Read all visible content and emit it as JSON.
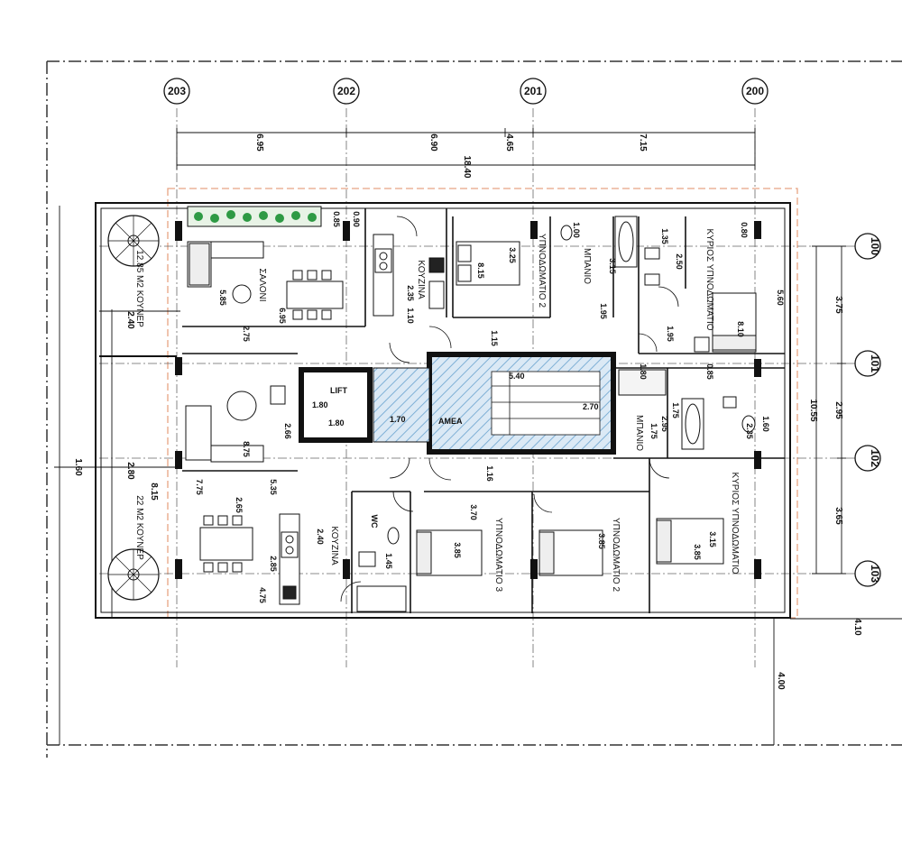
{
  "grid": {
    "columns": [
      "203",
      "202",
      "201",
      "200"
    ],
    "rows": [
      "100",
      "101",
      "102",
      "103"
    ]
  },
  "dimensions": {
    "top": {
      "d1": "6.95",
      "d2": "6.90",
      "d3": "4.65",
      "d4": "7.15",
      "total": "18.40"
    },
    "right": {
      "d1": "3.75",
      "d2": "2.95",
      "d3": "3.65",
      "total": "10.55",
      "edge": "4.10"
    },
    "left": {
      "d1": "1.60",
      "d2": "2.80",
      "d3": "8.15",
      "d4": "2.40"
    },
    "bottom": {
      "d1": "4.00"
    },
    "interior": {
      "a": "0.85",
      "b": "0.90",
      "c": "2.35",
      "d": "1.10",
      "e": "5.85",
      "f": "6.95",
      "g": "2.75",
      "h": "3.25",
      "i": "8.15",
      "j": "1.00",
      "k": "3.15",
      "l": "1.95",
      "m": "1.35",
      "n": "2.50",
      "o": "0.80",
      "p": "5.60",
      "q": "8.10",
      "r": "1.95",
      "s": "1.15",
      "t": "5.40",
      "u": "2.70",
      "v": "1.80",
      "w": "1.80",
      "x": "1.70",
      "y": "1.80",
      "z": "0.85",
      "aa": "1.60",
      "ab": "2.35",
      "ac": "2.95",
      "ad": "1.75",
      "ae": "1.16",
      "af": "3.70",
      "ag": "3.85",
      "ah": "3.85",
      "ai": "3.15",
      "aj": "3.85",
      "ak": "2.40",
      "al": "2.65",
      "am": "2.85",
      "an": "7.75",
      "ao": "5.35",
      "ap": "2.66",
      "aq": "8.75",
      "ar": "4.75",
      "as": "1.45",
      "at": "1.75"
    }
  },
  "rooms": {
    "living": "ΣΑΛΟΝΙ",
    "kitchen_top": "ΚΟΥΖΙΝΑ",
    "kitchen_bottom": "ΚΟΥΖΙΝΑ",
    "bed2_top": "ΥΠΝΟΔΩΜΑΤΙΟ 2",
    "bath_top": "ΜΠΑΝΙΟ",
    "master_top": "ΚΥΡΙΟΣ ΥΠΝΟΔΩΜΑΤΙΟ",
    "bath_mid": "ΜΠΑΝΙΟ",
    "master_bottom": "ΚΥΡΙΟΣ ΥΠΝΟΔΩΜΑΤΙΟ",
    "bed2_bottom": "ΥΠΝΟΔΩΜΑΤΙΟ 2",
    "bed3": "ΥΠΝΟΔΩΜΑΤΙΟ 3",
    "veranda_top": "12.85 M2 ΚΟΥΝΕΡ",
    "veranda_bottom": "22 M2 ΚΟΥΝΕΡ",
    "lift": "LIFT",
    "amea": "ΑΜΕΑ",
    "wc": "WC"
  },
  "colors": {
    "wall": "#111111",
    "stair_hatch": "#9cc3e0",
    "boundary": "#e8a383",
    "planting": "#2e9a44"
  }
}
